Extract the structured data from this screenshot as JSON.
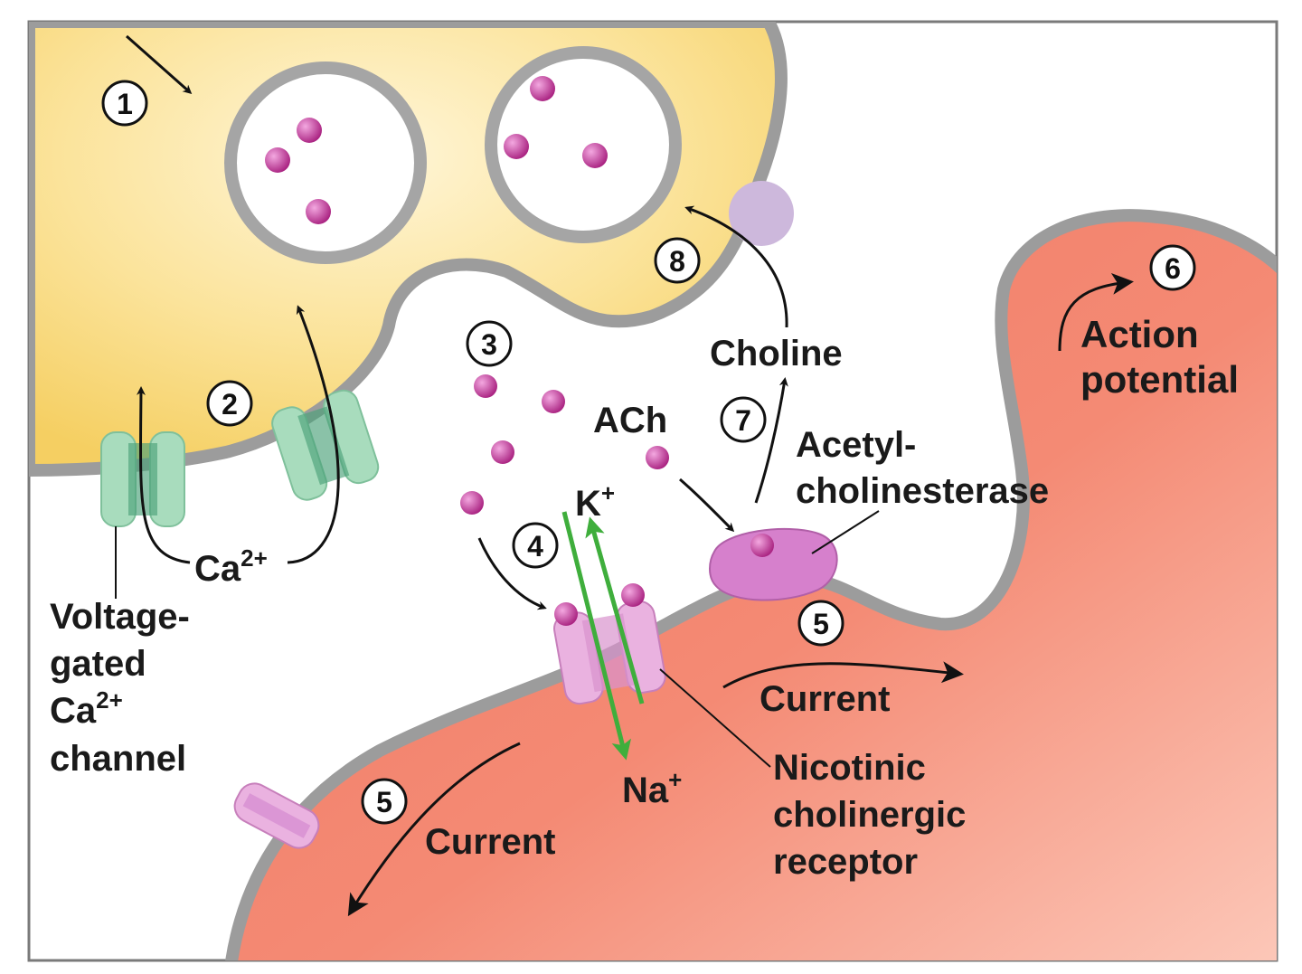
{
  "colors": {
    "presynaptic": "#f7d46b",
    "presynaptic_light": "#fdf2cc",
    "postsynaptic": "#f07a66",
    "postsynaptic_light": "#fcc3b4",
    "membrane": "#a9a9a9",
    "ach_molecule": "#b0228a",
    "ca_channel": "#a8dcbd",
    "nicotinic_receptor": "#eab2e0",
    "enzyme": "#d680cc",
    "choline": "#cdb8dc",
    "ion_arrow": "#3fae3c"
  },
  "steps": [
    "1",
    "2",
    "3",
    "4",
    "5",
    "5",
    "6",
    "7",
    "8"
  ],
  "labels": {
    "ca_ion": "Ca",
    "ca_ion_sup": "2+",
    "voltage_gated_line1": "Voltage-",
    "voltage_gated_line2": "gated",
    "voltage_gated_line3": "Ca",
    "voltage_gated_line3_sup": "2+",
    "voltage_gated_line4": "channel",
    "ach": "ACh",
    "k_ion": "K",
    "k_sup": "+",
    "na_ion": "Na",
    "na_sup": "+",
    "choline": "Choline",
    "acetylcholinesterase_line1": "Acetyl-",
    "acetylcholinesterase_line2": "cholinesterase",
    "action_potential_line1": "Action",
    "action_potential_line2": "potential",
    "current_right": "Current",
    "current_left": "Current",
    "nicotinic_line1": "Nicotinic",
    "nicotinic_line2": "cholinergic",
    "nicotinic_line3": "receptor"
  }
}
